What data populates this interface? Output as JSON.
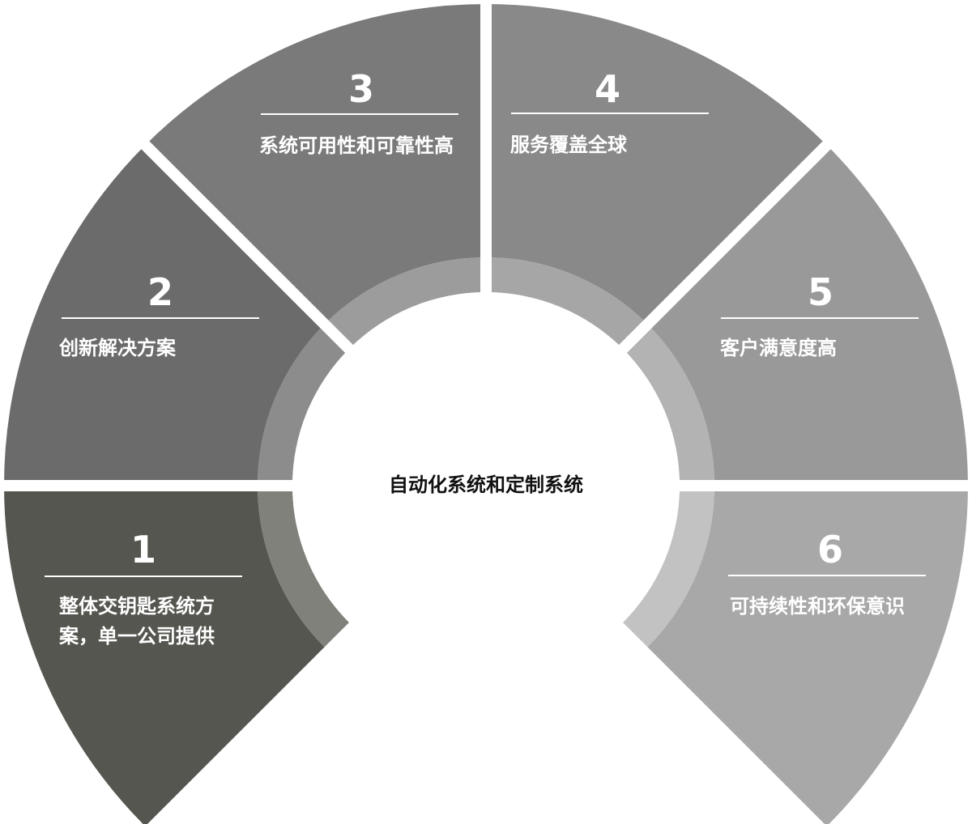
{
  "center": {
    "label": "自动化系统和定制系统"
  },
  "segments": [
    {
      "number": "1",
      "text": "整体交钥匙系统方案，单一公司提供",
      "outer_color": "#55564f",
      "inner_color": "#80817a"
    },
    {
      "number": "2",
      "text": "创新解决方案",
      "outer_color": "#6b6b6b",
      "inner_color": "#8c8c8c"
    },
    {
      "number": "3",
      "text": "系统可用性和可靠性高",
      "outer_color": "#7a7a7a",
      "inner_color": "#9c9c9c"
    },
    {
      "number": "4",
      "text": "服务覆盖全球",
      "outer_color": "#898989",
      "inner_color": "#a6a6a6"
    },
    {
      "number": "5",
      "text": "客户满意度高",
      "outer_color": "#999999",
      "inner_color": "#b3b3b3"
    },
    {
      "number": "6",
      "text": "可持续性和环保意识",
      "outer_color": "#a8a8a8",
      "inner_color": "#c2c2c2"
    }
  ]
}
